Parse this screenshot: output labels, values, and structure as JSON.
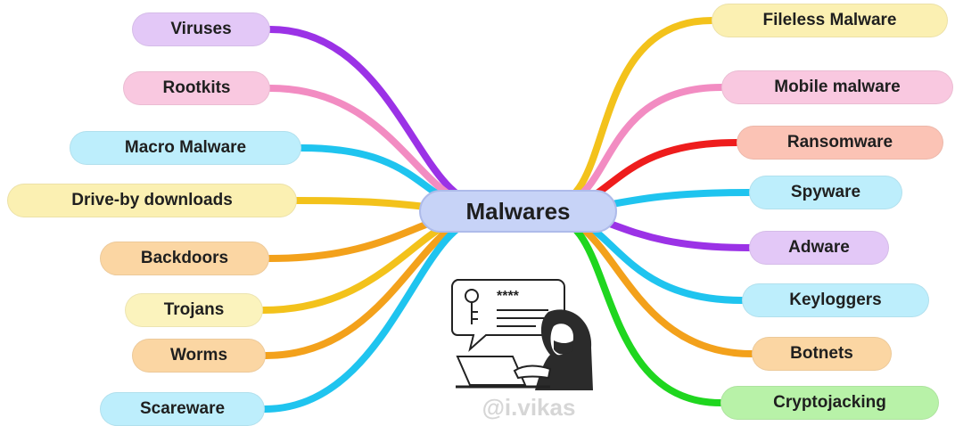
{
  "center": {
    "label": "Malwares",
    "color": "#c7d3f7"
  },
  "left_nodes": [
    {
      "label": "Viruses",
      "color": "#e3c8f7",
      "line": "#9b32e6"
    },
    {
      "label": "Rootkits",
      "color": "#f9c8e0",
      "line": "#f28cc2"
    },
    {
      "label": "Macro Malware",
      "color": "#bdeefc",
      "line": "#1fc4ef"
    },
    {
      "label": "Drive-by downloads",
      "color": "#fbf0b2",
      "line": "#f3c21b"
    },
    {
      "label": "Backdoors",
      "color": "#fbd6a3",
      "line": "#f3a11b"
    },
    {
      "label": "Trojans",
      "color": "#fbf3bd",
      "line": "#f3c21b"
    },
    {
      "label": "Worms",
      "color": "#fbd6a3",
      "line": "#f3a11b"
    },
    {
      "label": "Scareware",
      "color": "#bdeefc",
      "line": "#1fc4ef"
    }
  ],
  "right_nodes": [
    {
      "label": "Fileless Malware",
      "color": "#fbf0b2",
      "line": "#f3c21b"
    },
    {
      "label": "Mobile malware",
      "color": "#f9c8e0",
      "line": "#f28cc2"
    },
    {
      "label": "Ransomware",
      "color": "#fbc3b5",
      "line": "#ee1c1c"
    },
    {
      "label": "Spyware",
      "color": "#bdeefc",
      "line": "#1fc4ef"
    },
    {
      "label": "Adware",
      "color": "#e3c8f7",
      "line": "#9b32e6"
    },
    {
      "label": "Keyloggers",
      "color": "#bdeefc",
      "line": "#1fc4ef"
    },
    {
      "label": "Botnets",
      "color": "#fbd6a3",
      "line": "#f3a11b"
    },
    {
      "label": "Cryptojacking",
      "color": "#b8f2a8",
      "line": "#1fd61f"
    }
  ],
  "illustration": {
    "icon": "hacker-laptop-password-icon",
    "password_mask": "****"
  },
  "watermark": "@i.vikas"
}
